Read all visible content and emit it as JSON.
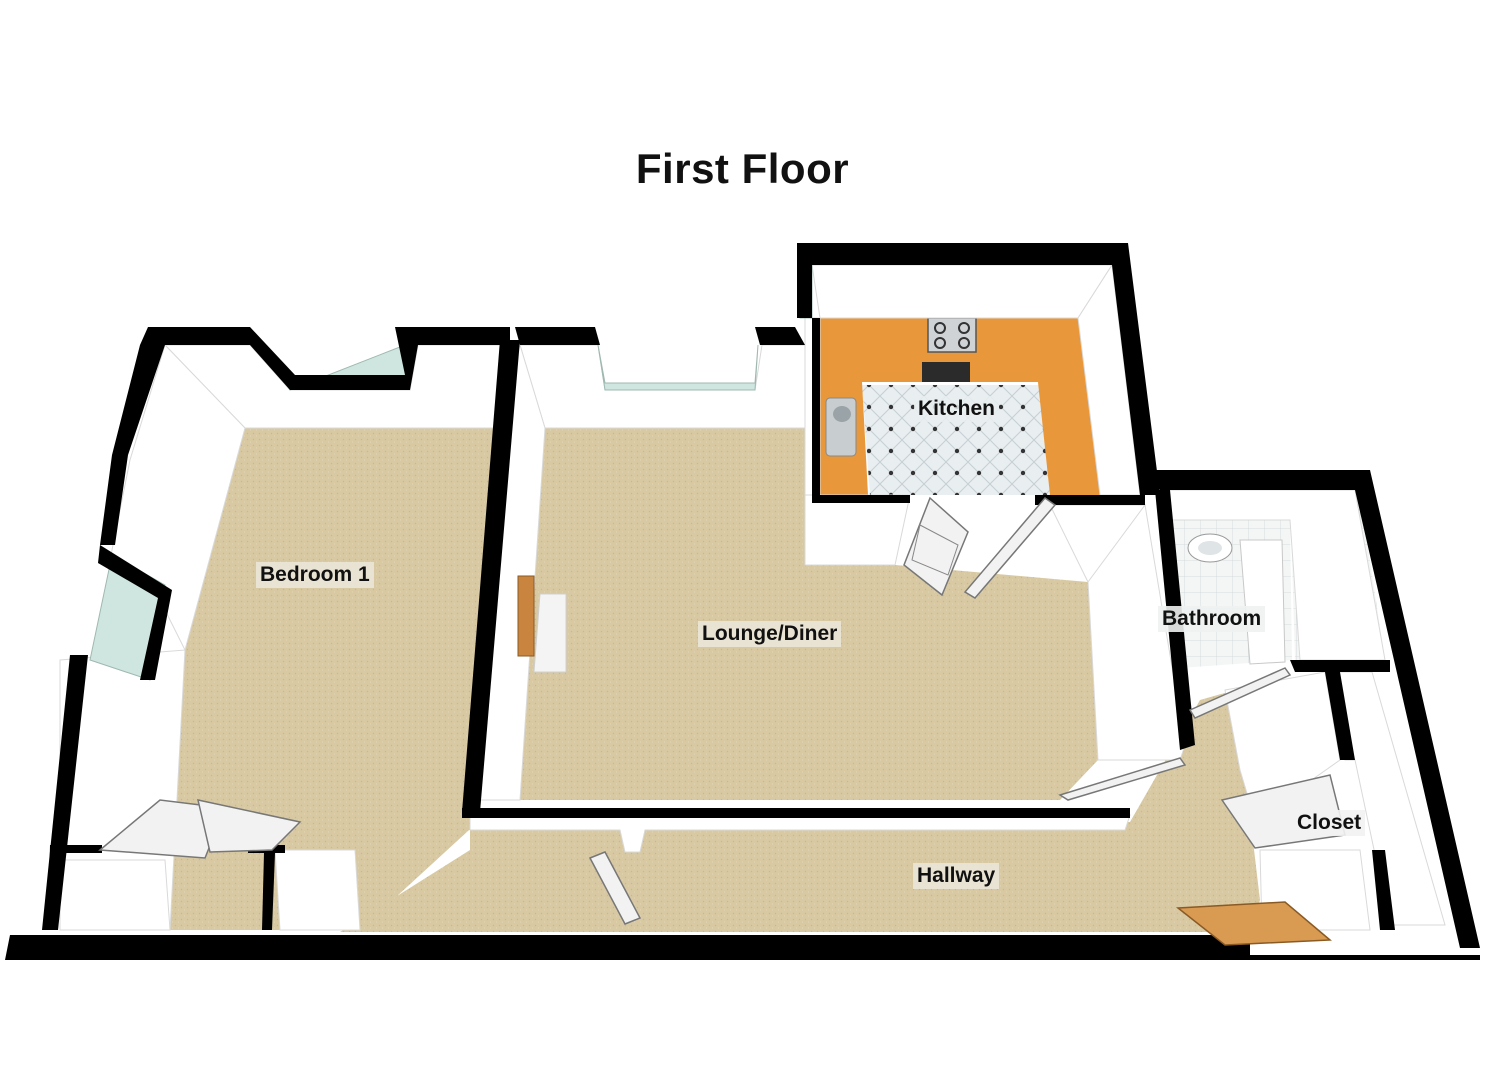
{
  "floor_title": "First Floor",
  "rooms": {
    "bedroom": "Bedroom 1",
    "lounge": "Lounge/Diner",
    "kitchen": "Kitchen",
    "bathroom": "Bathroom",
    "closet": "Closet",
    "hallway": "Hallway"
  },
  "colors": {
    "wall_top": "#000000",
    "wall_face": "#ffffff",
    "carpet": "#d8c9a3",
    "worktop": "#e8973a",
    "window_glass": "#cfe6e0",
    "tile_floor": "#e6ecee",
    "door": "#f2f2f2",
    "front_door": "#d99a52"
  }
}
